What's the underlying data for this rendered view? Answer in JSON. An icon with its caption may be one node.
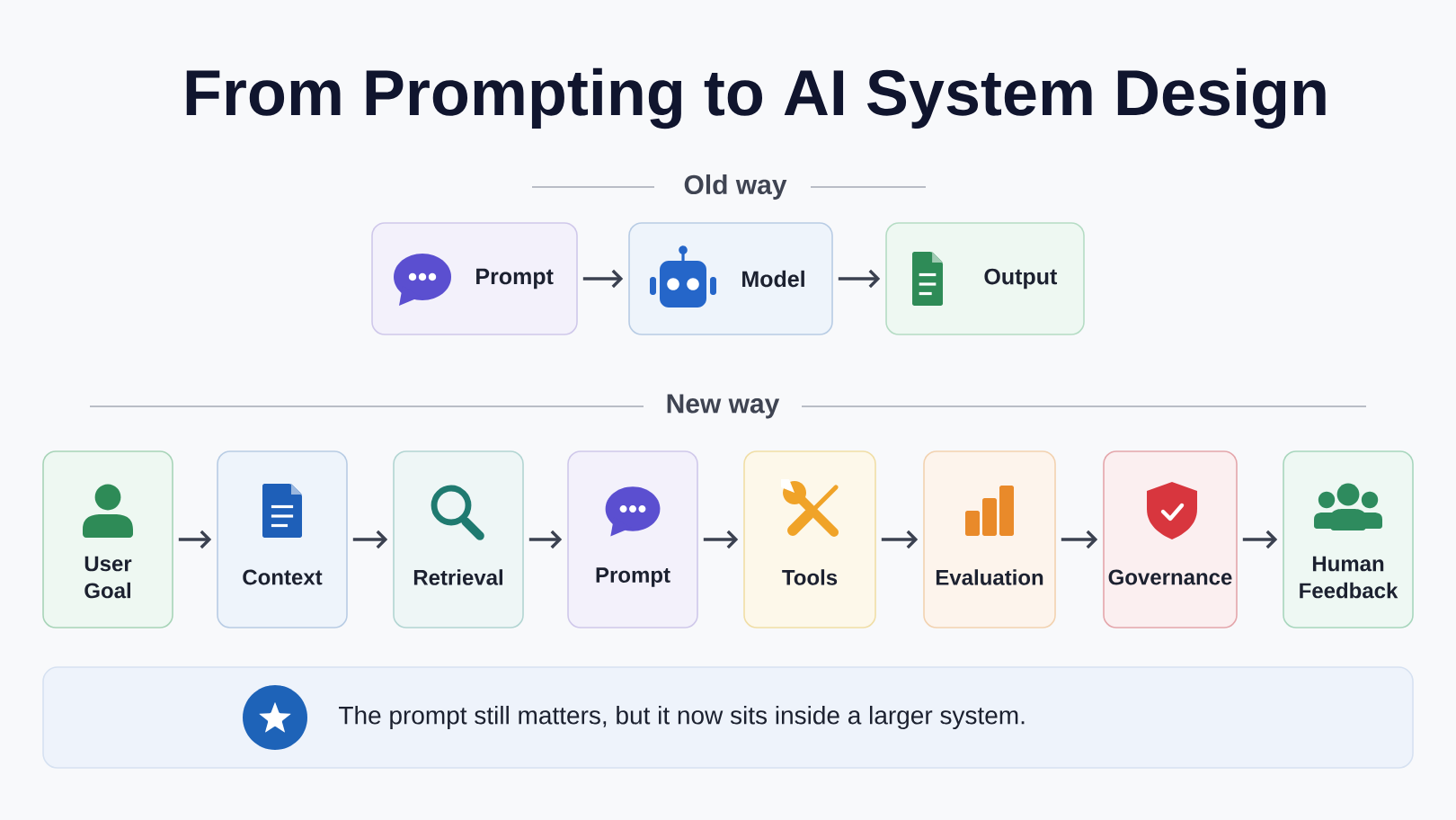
{
  "diagram": {
    "title": "From Prompting to AI System Design",
    "nodes": [
      {
        "text": [
          "Prompt"
        ]
      },
      {
        "text": [
          "Model"
        ]
      },
      {
        "text": [
          "Output"
        ]
      },
      {
        "text": [
          "User Goal"
        ]
      },
      {
        "text": [
          "Context"
        ]
      },
      {
        "text": [
          "Retrieval"
        ]
      },
      {
        "text": [
          "Prompt"
        ]
      },
      {
        "text": [
          "Tools"
        ]
      },
      {
        "text": [
          "Evaluation"
        ]
      },
      {
        "text": [
          "Governance"
        ]
      },
      {
        "text": [
          "Human Feedback"
        ]
      },
      {
        "text": [
          "The prompt still matters, but it now sits inside a larger system."
        ]
      }
    ],
    "edges": [
      {
        "from": 0,
        "to": 1,
        "arrow": "to"
      },
      {
        "from": 1,
        "to": 2,
        "arrow": "to"
      },
      {
        "from": 3,
        "to": 4,
        "arrow": "to"
      },
      {
        "from": 4,
        "to": 5,
        "arrow": "to"
      },
      {
        "from": 5,
        "to": 6,
        "arrow": "to"
      },
      {
        "from": 6,
        "to": 7,
        "arrow": "to"
      },
      {
        "from": 7,
        "to": 8,
        "arrow": "to"
      },
      {
        "from": 8,
        "to": 9,
        "arrow": "to"
      },
      {
        "from": 9,
        "to": 10,
        "arrow": "to"
      }
    ],
    "labels": [
      "Old way",
      "New way"
    ]
  }
}
